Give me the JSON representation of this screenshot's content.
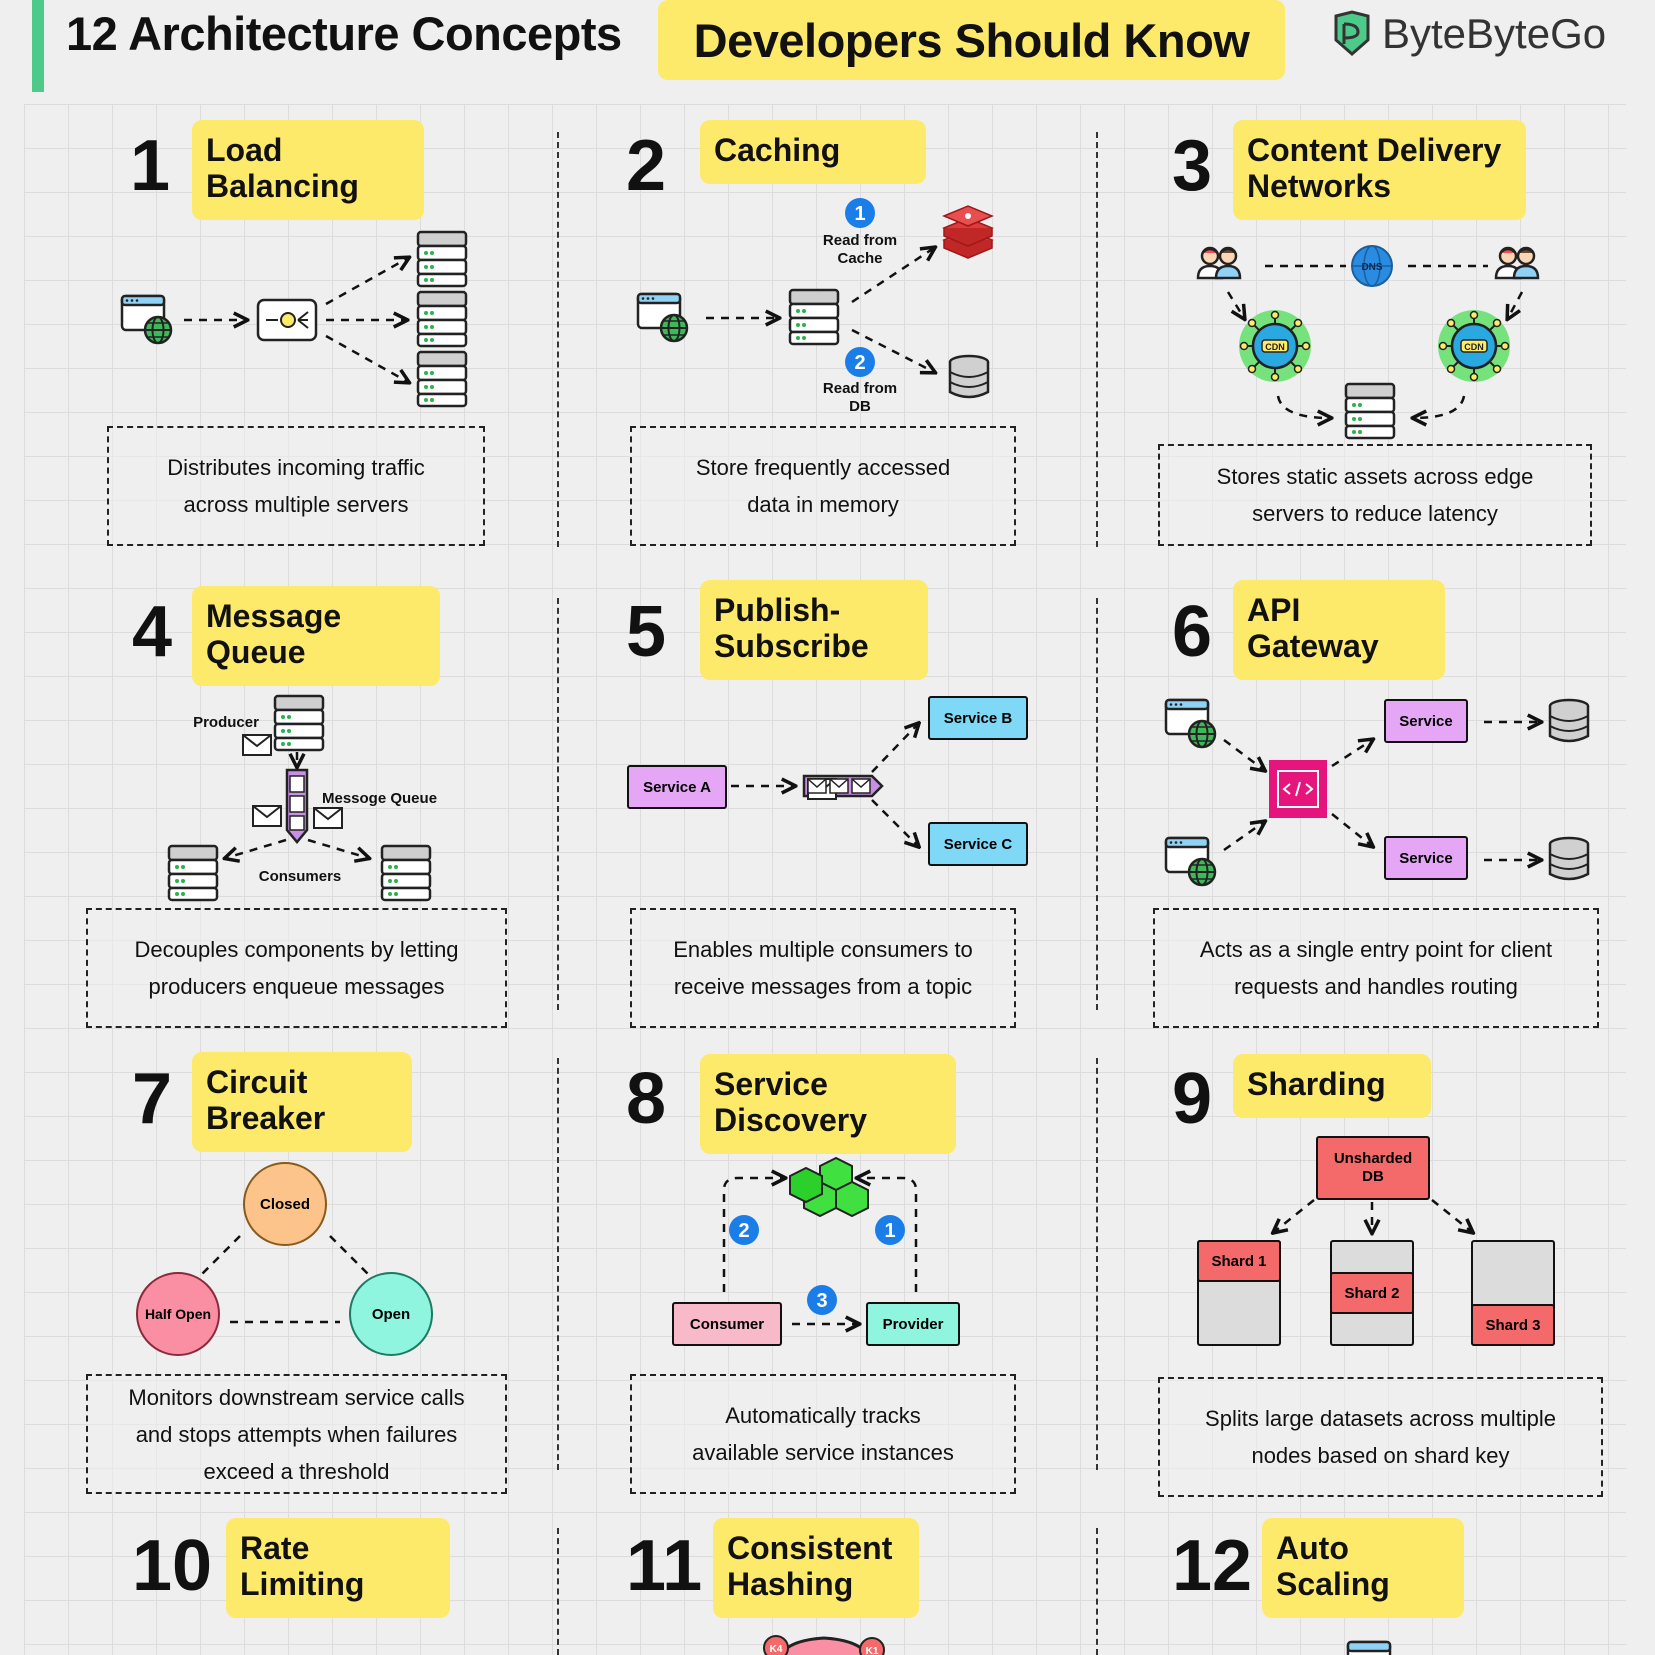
{
  "header": {
    "title_part1": "12 Architecture Concepts",
    "title_part2": "Developers Should Know",
    "brand": "ByteByteGo"
  },
  "concepts": [
    {
      "number": "1",
      "title": "Load Balancing",
      "title_lines": [
        "Load",
        "Balancing"
      ],
      "description": "Distributes incoming traffic across multiple servers"
    },
    {
      "number": "2",
      "title": "Caching",
      "title_lines": [
        "Caching"
      ],
      "description": "Store frequently accessed data in memory",
      "labels": {
        "step1": "1",
        "read_cache": "Read from Cache",
        "step2": "2",
        "read_db": "Read from DB"
      }
    },
    {
      "number": "3",
      "title": "Content Delivery Networks",
      "title_lines": [
        "Content Delivery",
        "Networks"
      ],
      "description": "Stores static assets across edge servers to reduce latency",
      "labels": {
        "dns": "DNS",
        "cdn": "CDN"
      }
    },
    {
      "number": "4",
      "title": "Message Queue",
      "title_lines": [
        "Message",
        "Queue"
      ],
      "description": "Decouples components by letting producers enqueue messages",
      "labels": {
        "producer": "Producer",
        "queue": "Messoge Queue",
        "consumers": "Consumers"
      }
    },
    {
      "number": "5",
      "title": "Publish-Subscribe",
      "title_lines": [
        "Publish-",
        "Subscribe"
      ],
      "description": "Enables multiple consumers to receive messages from a topic",
      "labels": {
        "service_a": "Service A",
        "service_b": "Service B",
        "service_c": "Service C"
      }
    },
    {
      "number": "6",
      "title": "API Gateway",
      "title_lines": [
        "API",
        "Gateway"
      ],
      "description": "Acts as a single entry point for client requests and handles routing",
      "labels": {
        "service": "Service"
      }
    },
    {
      "number": "7",
      "title": "Circuit Breaker",
      "title_lines": [
        "Circuit",
        "Breaker"
      ],
      "description": "Monitors downstream service calls and stops attempts when failures exceed a threshold",
      "labels": {
        "closed": "Closed",
        "half_open": "Half Open",
        "open": "Open"
      }
    },
    {
      "number": "8",
      "title": "Service Discovery",
      "title_lines": [
        "Service",
        "Discovery"
      ],
      "description": "Automatically tracks available service instances",
      "labels": {
        "consumer": "Consumer",
        "provider": "Provider",
        "step1": "1",
        "step2": "2",
        "step3": "3"
      }
    },
    {
      "number": "9",
      "title": "Sharding",
      "title_lines": [
        "Sharding"
      ],
      "description": "Splits large datasets across multiple nodes based on shard key",
      "labels": {
        "unsharded": "Unsharded DB",
        "shard1": "Shard 1",
        "shard2": "Shard 2",
        "shard3": "Shard 3"
      }
    },
    {
      "number": "10",
      "title": "Rate Limiting",
      "title_lines": [
        "Rate",
        "Limiting"
      ]
    },
    {
      "number": "11",
      "title": "Consistent Hashing",
      "title_lines": [
        "Consistent",
        "Hashing"
      ],
      "labels": {
        "k4": "K4",
        "k1": "K1"
      }
    },
    {
      "number": "12",
      "title": "Auto Scaling",
      "title_lines": [
        "Auto",
        "Scaling"
      ]
    }
  ],
  "colors": {
    "highlight": "#fde96a",
    "accent_green": "#4dc98a",
    "purple": "#e5a6f5",
    "sky": "#7fd8f6",
    "pink": "#f8b9c9",
    "mint": "#8ff5df",
    "red": "#f46a6a",
    "orange": "#fcc48a",
    "rose": "#fa8fa4",
    "gateway": "#e6157d",
    "badge": "#1b7de8"
  },
  "icons": [
    "server-icon",
    "browser-globe-icon",
    "load-balancer-icon",
    "redis-icon",
    "database-icon",
    "user-group-icon",
    "dns-globe-icon",
    "cdn-icon",
    "envelope-icon",
    "api-gateway-icon",
    "cubes-icon",
    "logo-icon"
  ]
}
